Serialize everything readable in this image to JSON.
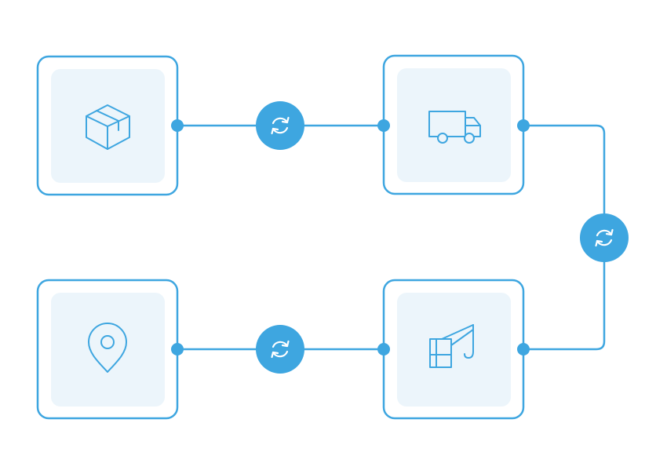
{
  "colors": {
    "accent": "#3ea6e0",
    "card_fill": "#ecf5fb",
    "card_border": "#3ea6e0",
    "background": "#ffffff"
  },
  "nodes": [
    {
      "id": "package",
      "icon": "package-box-icon"
    },
    {
      "id": "truck",
      "icon": "delivery-truck-icon"
    },
    {
      "id": "crane",
      "icon": "crane-icon"
    },
    {
      "id": "location",
      "icon": "location-pin-icon"
    }
  ],
  "connectors": [
    {
      "from": "package",
      "to": "truck",
      "icon": "sync-icon"
    },
    {
      "from": "truck",
      "to": "crane",
      "icon": "sync-icon"
    },
    {
      "from": "crane",
      "to": "location",
      "icon": "sync-icon"
    }
  ]
}
